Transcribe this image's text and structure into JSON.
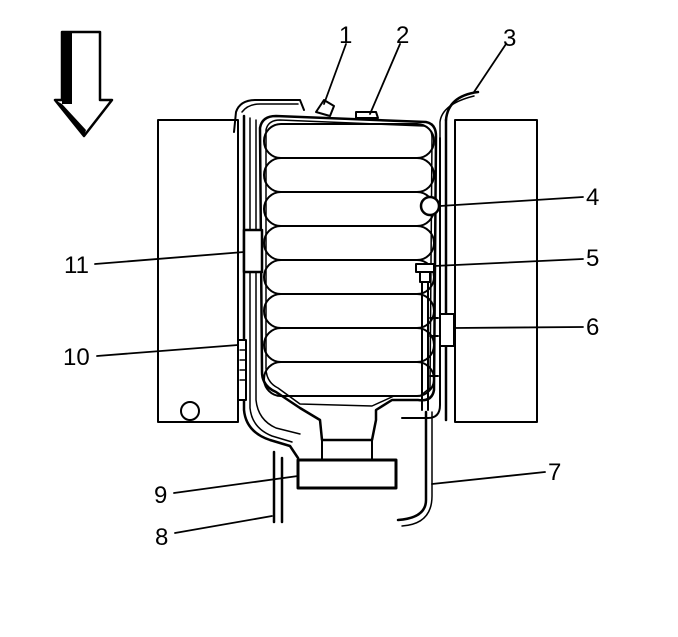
{
  "diagram": {
    "callouts": [
      {
        "id": "c1",
        "label": "1"
      },
      {
        "id": "c2",
        "label": "2"
      },
      {
        "id": "c3",
        "label": "3"
      },
      {
        "id": "c4",
        "label": "4"
      },
      {
        "id": "c5",
        "label": "5"
      },
      {
        "id": "c6",
        "label": "6"
      },
      {
        "id": "c7",
        "label": "7"
      },
      {
        "id": "c8",
        "label": "8"
      },
      {
        "id": "c9",
        "label": "9"
      },
      {
        "id": "c10",
        "label": "10"
      },
      {
        "id": "c11",
        "label": "11"
      }
    ],
    "colors": {
      "line": "#000000",
      "background": "#ffffff"
    }
  }
}
